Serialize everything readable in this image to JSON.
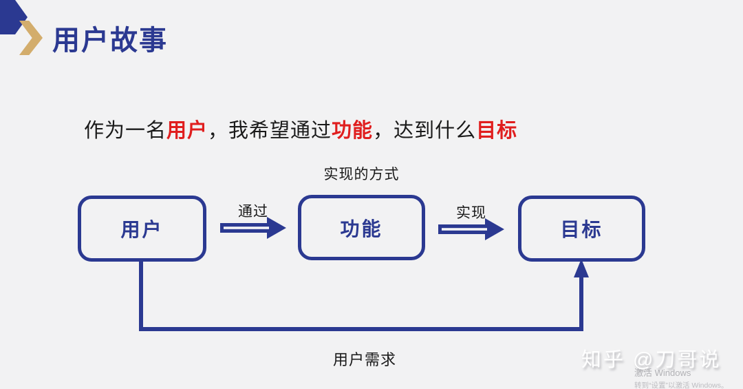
{
  "slide": {
    "title": "用户故事",
    "sentence": {
      "part1": "作为一名",
      "highlight1": "用户",
      "part2": "，我希望通过",
      "highlight2": "功能",
      "part3": "，达到什么",
      "highlight3": "目标"
    },
    "diagram": {
      "nodes": [
        {
          "id": "user",
          "label": "用户"
        },
        {
          "id": "feature",
          "label": "功能"
        },
        {
          "id": "goal",
          "label": "目标"
        }
      ],
      "feature_caption": "实现的方式",
      "arrow_labels": {
        "user_to_feature": "通过",
        "feature_to_goal": "实现"
      },
      "loop_label": "用户需求"
    },
    "watermark": "知乎 @刀哥说",
    "windows_watermark": {
      "line1": "激活 Windows",
      "line2": "转到“设置”以激活 Windows。"
    }
  },
  "colors": {
    "background": "#f2f2f3",
    "navy": "#2b3991",
    "gold": "#d3ad6c",
    "red": "#e01e1e",
    "text_black": "#1a1a1a",
    "arrow_stripe": "#f3f4f6",
    "watermark_white": "#ffffff",
    "watermark_gray": "#b1b1b5"
  }
}
